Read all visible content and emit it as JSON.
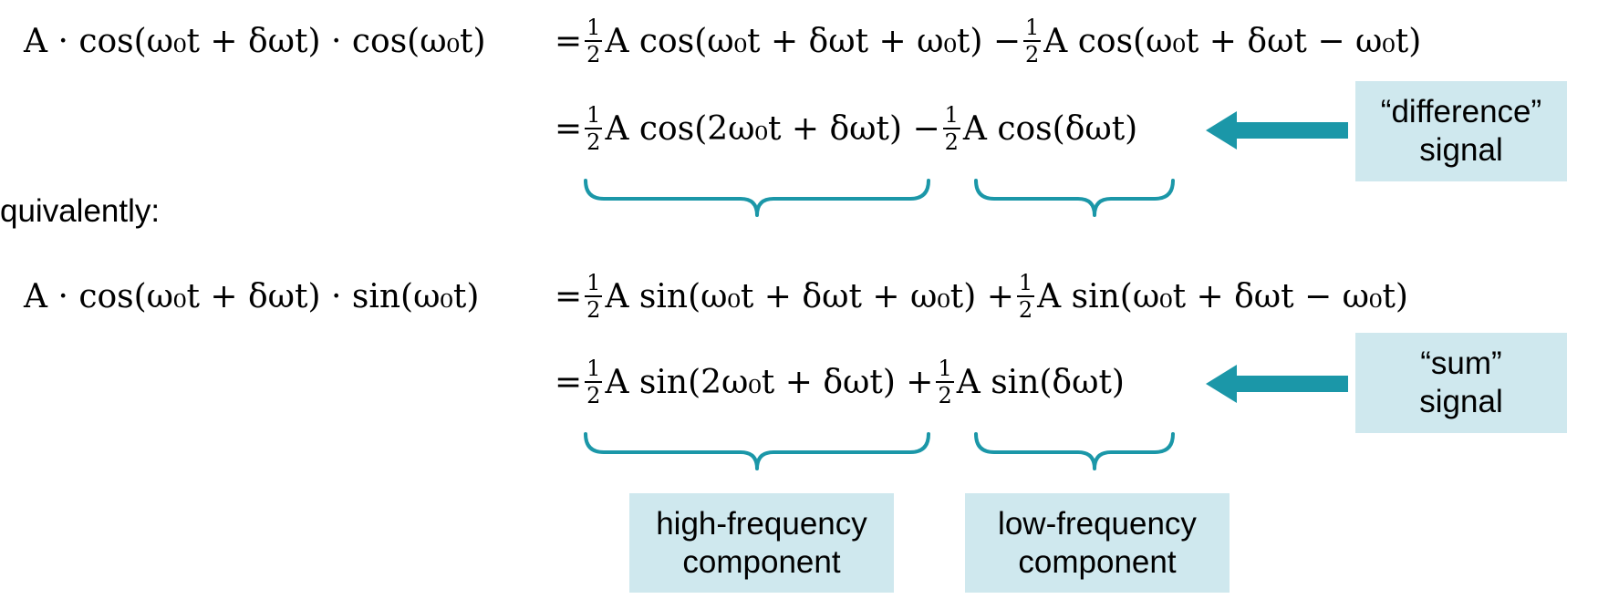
{
  "equations": {
    "lhs_cos": "A · cos(ω₀t + δωt) · cos(ω₀t)",
    "row1_eq": "=",
    "row1_term1": "A cos(ω₀t + δωt + ω₀t) −",
    "row1_term2": "A cos(ω₀t + δωt − ω₀t)",
    "row2_eq": "=",
    "row2_term1": "A cos(2ω₀t + δωt) −",
    "row2_term2": "A cos(δωt)",
    "lhs_sin": "A · cos(ω₀t + δωt) · sin(ω₀t)",
    "row3_eq": "=",
    "row3_term1": "A sin(ω₀t + δωt + ω₀t) +",
    "row3_term2": "A sin(ω₀t + δωt − ω₀t)",
    "row4_eq": "=",
    "row4_term1": "A sin(2ω₀t + δωt) +",
    "row4_term2": "A sin(δωt)",
    "frac_num": "1",
    "frac_den": "2"
  },
  "labels": {
    "equivalently": "quivalently:",
    "difference_line1": "“difference”",
    "difference_line2": "signal",
    "sum_line1": "“sum”",
    "sum_line2": "signal",
    "high_line1": "high-frequency",
    "high_line2": "component",
    "low_line1": "low-frequency",
    "low_line2": "component"
  },
  "colors": {
    "accent": "#1b97a8",
    "box_fill": "#cfe8ee"
  }
}
